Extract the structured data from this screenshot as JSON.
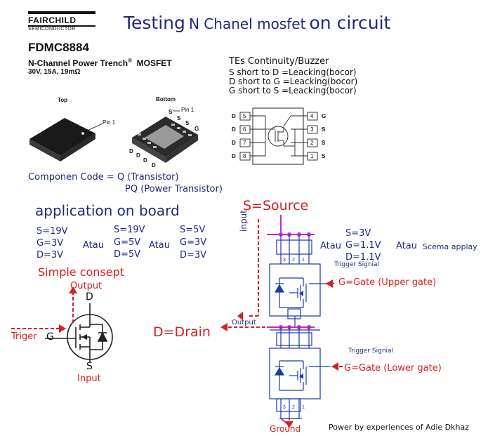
{
  "logo": {
    "name": "FAIRCHILD",
    "sub": "SEMICONDUCTOR"
  },
  "title": {
    "part1": "Testing",
    "part2": "N Chanel mosfet",
    "part3": "on circuit"
  },
  "part": {
    "number": "FDMC8884",
    "desc": "N-Channel Power Trench",
    "reg": "®",
    "desc2": "MOSFET",
    "spec": "30V, 15A, 19mΩ"
  },
  "package": {
    "top_label": "Top",
    "bottom_label": "Bottom",
    "pin1": "Pin 1",
    "bottom_pins_s": "S",
    "bottom_pin_g": "G",
    "bottom_pin_d": "D"
  },
  "continuity": {
    "title": "TEs Continuity/Buzzer",
    "lines": [
      "S short to D =Leacking(bocor)",
      "D short to G =Leacking(bocor)",
      "G short to S =Leacking(bocor)"
    ]
  },
  "pinout": {
    "left": [
      {
        "l": "D",
        "n": "5"
      },
      {
        "l": "D",
        "n": "6"
      },
      {
        "l": "D",
        "n": "7"
      },
      {
        "l": "D",
        "n": "8"
      }
    ],
    "right": [
      {
        "n": "4",
        "l": "G"
      },
      {
        "n": "3",
        "l": "S"
      },
      {
        "n": "2",
        "l": "S"
      },
      {
        "n": "1",
        "l": "S"
      }
    ]
  },
  "code": {
    "line1": "Componen Code = Q (Transistor)",
    "line2": "PQ (Power Transistor)"
  },
  "application": {
    "title": "application on board",
    "col1": [
      "S=19V",
      "G=3V",
      "D=3V"
    ],
    "atau1": "Atau",
    "col2": [
      "S=19V",
      "G=5V",
      "D=5V"
    ],
    "atau2": "Atau",
    "col3": [
      "S=5V",
      "G=3V",
      "D=3V"
    ]
  },
  "concept": {
    "title": "Simple consept",
    "output": "Output",
    "d": "D",
    "g": "G",
    "s": "S",
    "input": "Input",
    "triger": "Triger"
  },
  "circuit": {
    "source": "S=Source",
    "input": "input",
    "atau_a": "Atau",
    "vals": [
      "S=3V",
      "G=1.1V",
      "D=1.1V"
    ],
    "atau_b": "Atau",
    "scema": "Scema applay",
    "trigger1": "Trigger Signial",
    "gate_upper": "G=Gate (Upper gate)",
    "output": "Output",
    "drain": "D=Drain",
    "trigger2": "Trigger Signial",
    "gate_lower": "G=Gate (Lower gate)",
    "ground": "Ground"
  },
  "footer": "Power by experiences of Adie Dkhaz",
  "colors": {
    "navy": "#1e2a78",
    "red": "#d42020",
    "magenta": "#cc22cc",
    "blue": "#1a3aa8"
  }
}
